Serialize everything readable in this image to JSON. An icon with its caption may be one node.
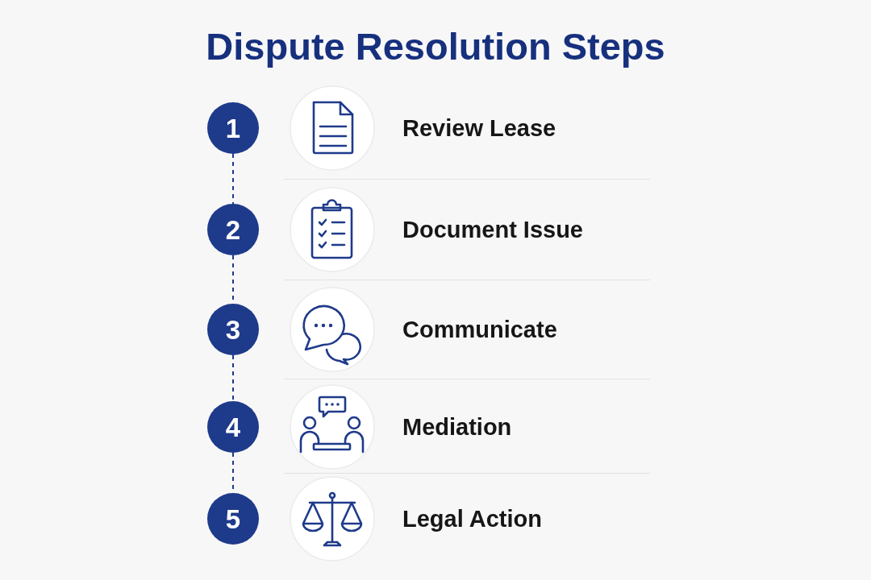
{
  "diagram": {
    "title": "Dispute Resolution Steps",
    "nodes": [
      {
        "text": [
          "1"
        ]
      },
      {
        "text": [
          "2"
        ]
      },
      {
        "text": [
          "3"
        ]
      },
      {
        "text": [
          "4"
        ]
      },
      {
        "text": [
          "5"
        ]
      }
    ],
    "edges": [
      {
        "from": 0,
        "to": 1,
        "arrow": "none",
        "style": "dashed"
      },
      {
        "from": 1,
        "to": 2,
        "arrow": "none",
        "style": "dashed"
      },
      {
        "from": 2,
        "to": 3,
        "arrow": "none",
        "style": "dashed"
      },
      {
        "from": 3,
        "to": 4,
        "arrow": "none",
        "style": "dashed"
      }
    ],
    "labels": [
      "Review Lease",
      "Document Issue",
      "Communicate",
      "Mediation",
      "Legal Action"
    ]
  }
}
